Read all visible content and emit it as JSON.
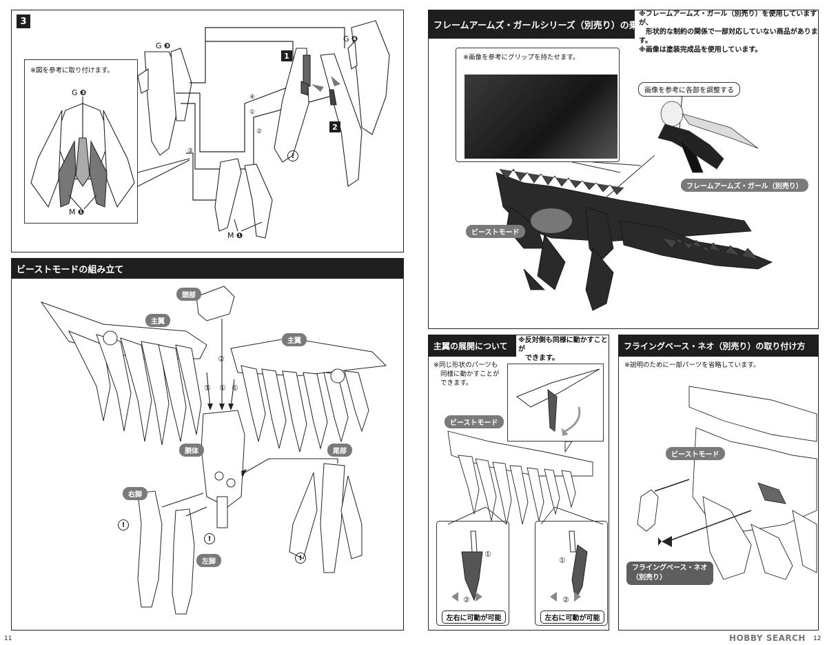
{
  "left_page": {
    "page_number": "11",
    "step3": {
      "step_label": "3",
      "inset_note": "※図を参考に取り付けます。",
      "part_g3_inset": "G",
      "part_m1_inset": "M",
      "part_g3": "G",
      "part_g4": "G",
      "part_m1": "M",
      "sub_step_1": "1",
      "sub_step_2": "2",
      "seq": [
        "④",
        "①",
        "②",
        "③"
      ]
    },
    "beast_assembly": {
      "title": "ビーストモードの組み立て",
      "parts": {
        "head": "頭部",
        "main_wing_left": "主翼",
        "main_wing_right": "主翼",
        "body": "胴体",
        "tail": "尾部",
        "right_leg": "右脚",
        "left_leg": "左脚"
      },
      "seq": [
        "②",
        "①",
        "①",
        "①"
      ]
    }
  },
  "right_page": {
    "page_number": "12",
    "riding": {
      "title": "フレームアームズ・ガールシリーズ（別売り）の乗せ方",
      "notes": [
        "※フレームアームズ・ガール（別売り）を使用していますが、",
        "　形状的な制約の関係で一部対応していない商品があります。",
        "※画像は塗装完成品を使用しています。"
      ],
      "grip_note": "※画像を参考にグリップを持たせます。",
      "adjust_label": "画像を参考に各部を調整する",
      "fag_label": "フレームアームズ・ガール（別売り）",
      "beast_label": "ビーストモード"
    },
    "wing_deploy": {
      "title": "主翼の展開について",
      "header_note": [
        "※反対側も同様に動かすことが",
        "できます。"
      ],
      "note": [
        "※同じ形状のパーツも",
        "同様に動かすことが",
        "できます。"
      ],
      "beast_label": "ビーストモード",
      "move_label_left": "左右に可動が可能",
      "move_label_right": "左右に可動が可能",
      "seq": [
        "①",
        "②",
        "①",
        "②"
      ]
    },
    "flying_base": {
      "title": "フライングベース・ネオ（別売り）の取り付け方",
      "note": "※説明のために一部パーツを省略しています。",
      "beast_label": "ビーストモード",
      "base_label": [
        "フライングベース・ネオ",
        "（別売り）"
      ]
    },
    "logo": "HOBBY SEARCH"
  }
}
